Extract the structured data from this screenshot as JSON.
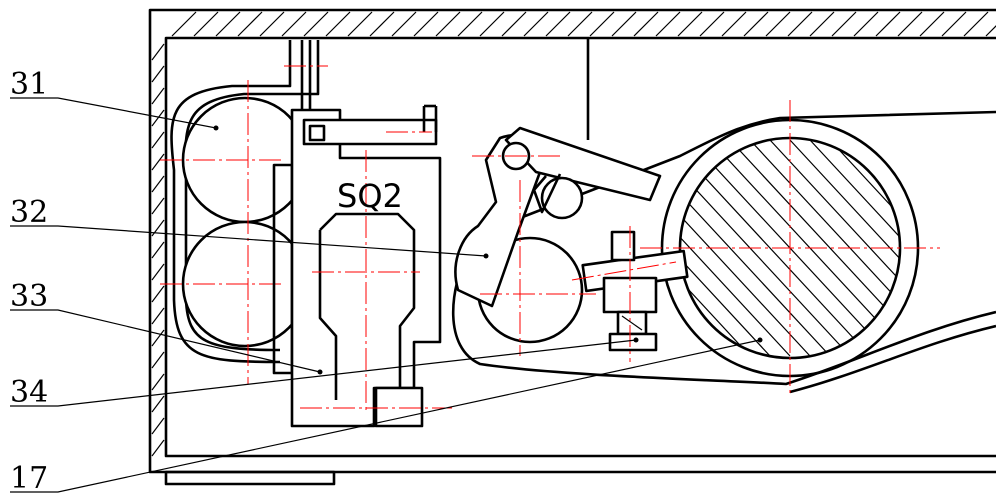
{
  "labels": {
    "item_31": "31",
    "item_32": "32",
    "item_33": "33",
    "item_34": "34",
    "item_17": "17",
    "switch_tag": "SQ2"
  },
  "colors": {
    "outline": "#000000",
    "center_line": "#ff0000",
    "background": "#ffffff"
  }
}
